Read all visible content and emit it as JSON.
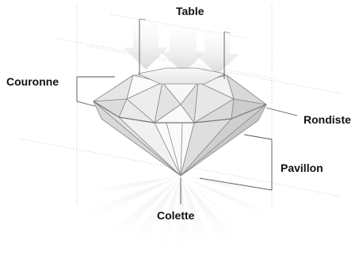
{
  "diagram": {
    "labels": {
      "table": "Table",
      "couronne": "Couronne",
      "rondiste": "Rondiste",
      "pavillon": "Pavillon",
      "colette": "Colette"
    },
    "colors": {
      "label_text": "#111111",
      "leader_line": "#555555",
      "guide_line": "#cfcfcf",
      "facet_stroke": "#8a8a8a",
      "facet_light": "#f6f6f6",
      "facet_mid": "#e4e4e4",
      "facet_dark": "#cccccc",
      "light_rays": "#e9e9e9"
    }
  }
}
